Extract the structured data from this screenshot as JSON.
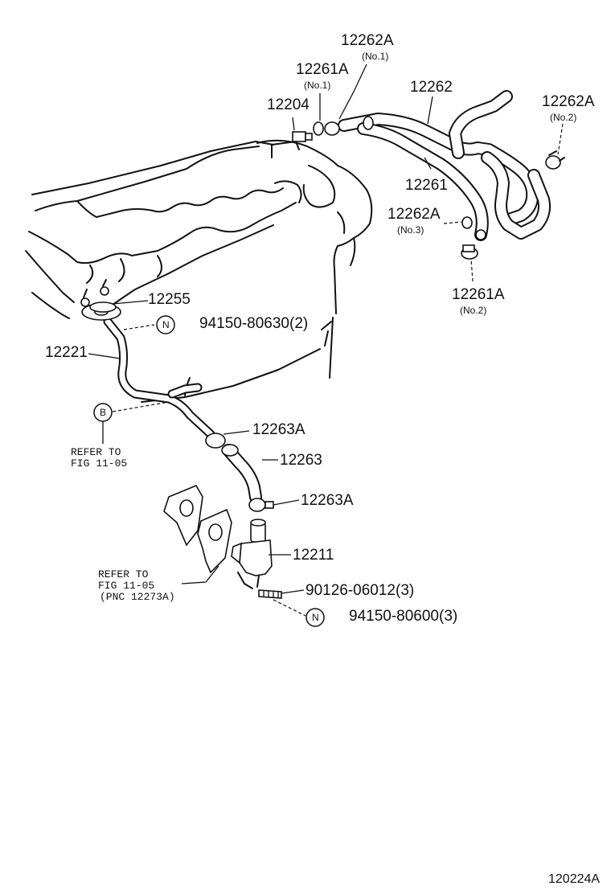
{
  "labels": {
    "p12262A_no1": "12262A",
    "p12262A_no1_sub": "(No.1)",
    "p12261A_no1": "12261A",
    "p12261A_no1_sub": "(No.1)",
    "p12204": "12204",
    "p12262": "12262",
    "p12262A_no2": "12262A",
    "p12262A_no2_sub": "(No.2)",
    "p12261": "12261",
    "p12262A_no3": "12262A",
    "p12262A_no3_sub": "(No.3)",
    "p12261A_no2": "12261A",
    "p12261A_no2_sub": "(No.2)",
    "p12255": "12255",
    "p94150_80630": "94150-80630(2)",
    "p12221": "12221",
    "p12263A_upper": "12263A",
    "p12263": "12263",
    "p12263A_lower": "12263A",
    "p12211": "12211",
    "p90126_06012": "90126-06012(3)",
    "p94150_80600": "94150-80600(3)"
  },
  "badges": {
    "n_upper": "N",
    "b": "B",
    "n_lower": "N"
  },
  "refer_notes": {
    "fig_b_line1": "REFER TO",
    "fig_b_line2": "FIG 11-05",
    "fig_gasket_line1": "REFER TO",
    "fig_gasket_line2": "FIG 11-05",
    "fig_gasket_line3": "(PNC 12273A)"
  },
  "illustration_id": "120224A"
}
